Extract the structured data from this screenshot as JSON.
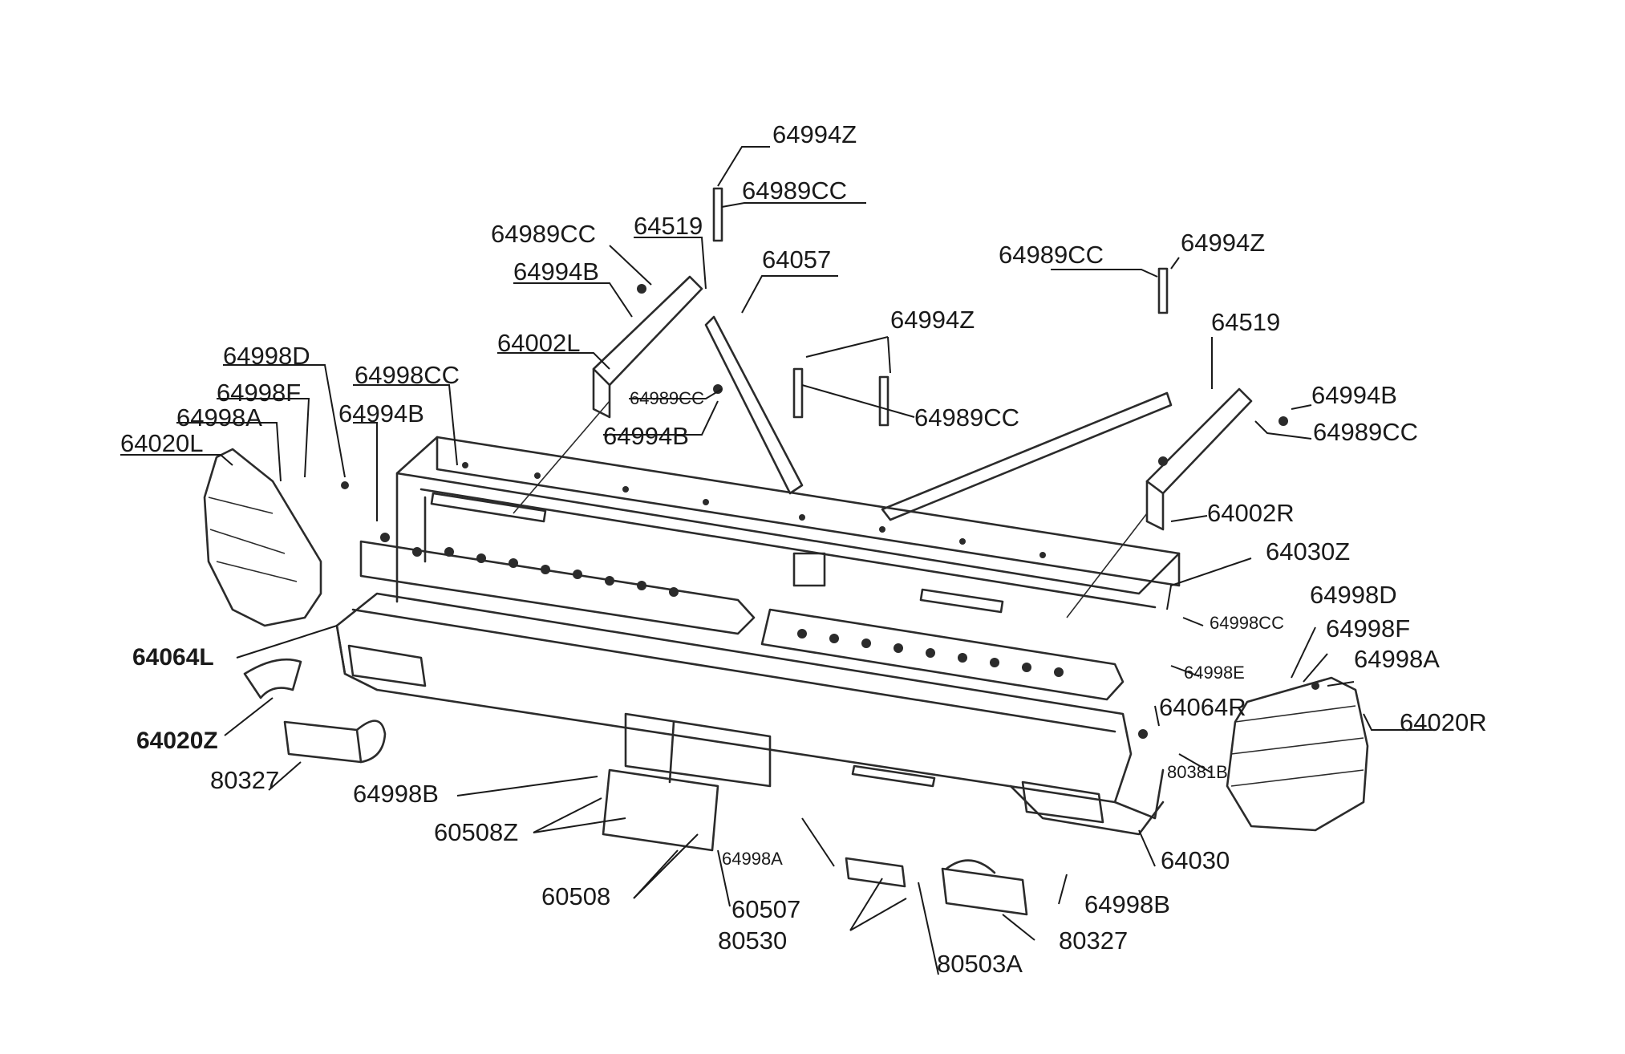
{
  "labels": {
    "p64994Z_top": "64994Z",
    "p64989CC_top": "64989CC",
    "p64519_left": "64519",
    "p64989CC_left": "64989CC",
    "p64994B_left": "64994B",
    "p64057": "64057",
    "p64989CC_right": "64989CC",
    "p64994Z_right": "64994Z",
    "p64519_right": "64519",
    "p64994Z_mid": "64994Z",
    "p64002L": "64002L",
    "p64998D_left": "64998D",
    "p64998CC_left": "64998CC",
    "p64998F_left": "64998F",
    "p64989CC_small": "64989CC",
    "p64994B_right": "64994B",
    "p64989CC_mid": "64989CC",
    "p64998A_left": "64998A",
    "p64994B_left2": "64994B",
    "p64994B_center": "64994B",
    "p64989CC_far_right": "64989CC",
    "p64020L": "64020L",
    "p64002R": "64002R",
    "p64030Z": "64030Z",
    "p64998D_right": "64998D",
    "p64998CC_right": "64998CC",
    "p64998F_right": "64998F",
    "p64998A_right": "64998A",
    "p64998E": "64998E",
    "p64064L": "64064L",
    "p64064R": "64064R",
    "p64020R": "64020R",
    "p64020Z": "64020Z",
    "p80381B": "80381B",
    "p80327_left": "80327",
    "p64998B_left": "64998B",
    "p60508Z": "60508Z",
    "p64998A_bottom": "64998A",
    "p64030": "64030",
    "p60508": "60508",
    "p60507": "60507",
    "p64998B_right": "64998B",
    "p80530": "80530",
    "p80327_right": "80327",
    "p80503A": "80503A"
  }
}
